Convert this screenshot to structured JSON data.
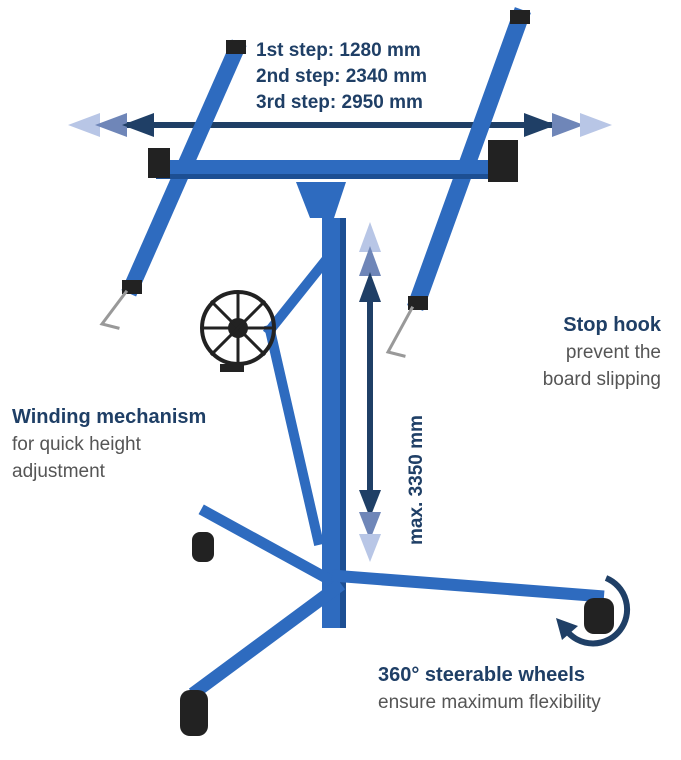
{
  "steps": {
    "step1": "1st step: 1280 mm",
    "step2": "2nd step: 2340 mm",
    "step3": "3rd step: 2950 mm"
  },
  "callouts": {
    "stop_hook": {
      "title": "Stop hook",
      "line1": "prevent the",
      "line2": "board slipping"
    },
    "winding": {
      "title": "Winding mechanism",
      "line1": "for quick height",
      "line2": "adjustment"
    },
    "wheels": {
      "title": "360° steerable wheels",
      "line1": "ensure maximum flexibility"
    }
  },
  "height_label": "max. 3350 mm",
  "colors": {
    "frame": "#2e6bbf",
    "frame_dark": "#1d4f93",
    "arrow_dark": "#1f3f66",
    "arrow_mid": "#6f86b8",
    "arrow_light": "#b8c6e6",
    "text_heading": "#1f3f66",
    "text_body": "#555555"
  }
}
